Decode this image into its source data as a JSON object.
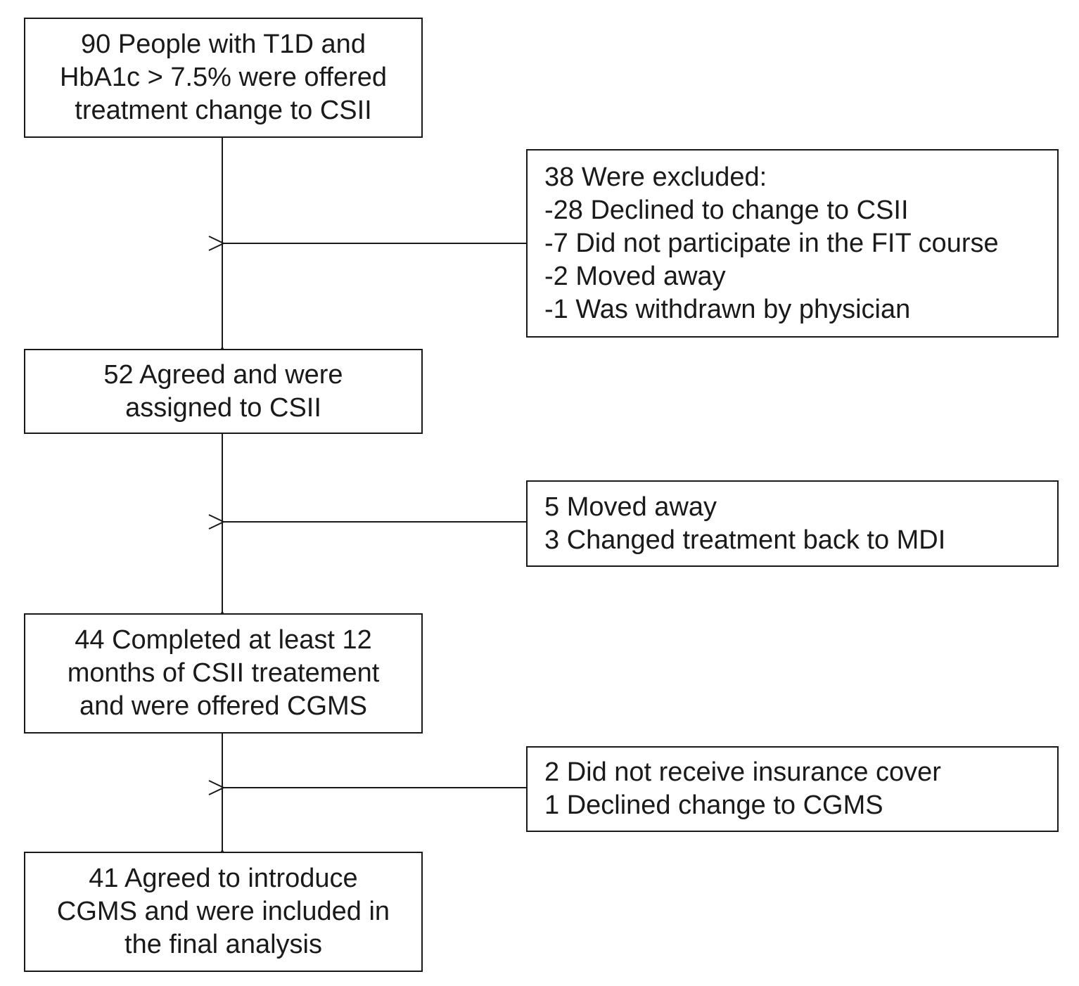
{
  "flowchart": {
    "main_steps": [
      {
        "lines": [
          "90 People with T1D and",
          "HbA1c > 7.5% were offered",
          "treatment change to CSII"
        ]
      },
      {
        "lines": [
          "52 Agreed and were",
          "assigned to CSII"
        ]
      },
      {
        "lines": [
          "44 Completed at least 12",
          "months of CSII treatement",
          "and were offered CGMS"
        ]
      },
      {
        "lines": [
          "41 Agreed to introduce",
          "CGMS and were included in",
          "the final analysis"
        ]
      }
    ],
    "exclusions": [
      {
        "lines": [
          "38 Were excluded:",
          "-28 Declined to change to CSII",
          "-7 Did not participate in the FIT course",
          "-2 Moved away",
          "-1 Was withdrawn by physician"
        ]
      },
      {
        "lines": [
          "5 Moved away",
          "3 Changed treatment back to MDI"
        ]
      },
      {
        "lines": [
          "2 Did not receive insurance cover",
          "1 Declined change to CGMS"
        ]
      }
    ]
  }
}
